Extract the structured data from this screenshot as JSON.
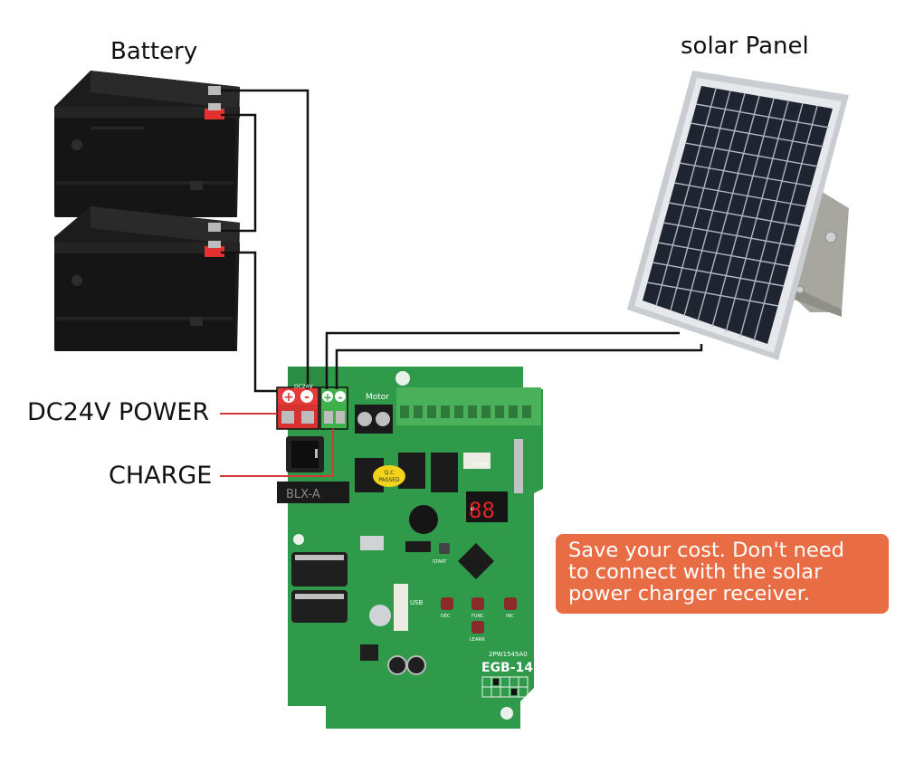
{
  "labels": {
    "battery": "Battery",
    "solar_panel": "solar Panel",
    "dc_power": "DC24V POWER",
    "charge": "CHARGE"
  },
  "callout": {
    "lines": [
      "Save your cost.  Don't need",
      "to connect with the solar",
      "power charger receiver."
    ]
  },
  "board": {
    "model": "EGB-14",
    "part_code": "2PW1545A0",
    "switch_text": "BLX-A",
    "motor": "Motor",
    "usb": "USB",
    "start": "START",
    "dec": "DEC",
    "func": "FUNC",
    "inc": "INC",
    "learn": "LEARN",
    "limit": "Limit",
    "qc_line1": "Q.C",
    "qc_line2": "PASSED",
    "display": "88",
    "dc_in": "DC24V",
    "dc_polarity": [
      "+",
      "-"
    ],
    "charge_polarity": [
      "+",
      "-"
    ]
  },
  "colors": {
    "callout_bg": "#e86d45",
    "pcb_green": "#2f9a4a",
    "wire": "#111111",
    "leader_red": "#d23a3a",
    "terminal_red": "#e43a3a",
    "terminal_green": "#3fb04a"
  }
}
